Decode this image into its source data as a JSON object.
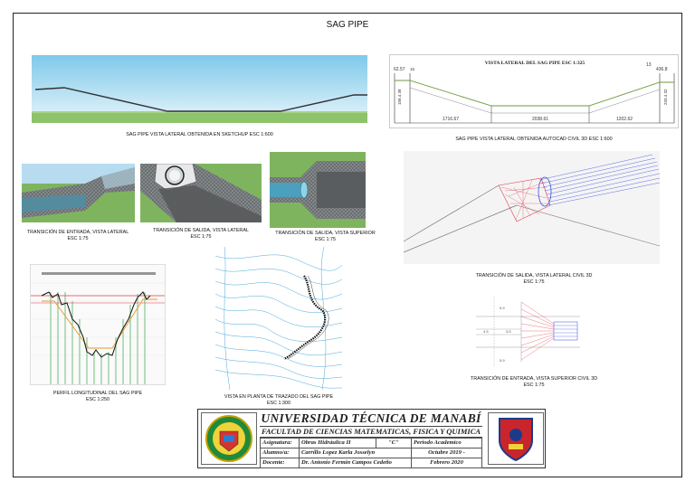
{
  "title": "SAG PIPE",
  "captions": {
    "sketchup_lateral": "Sag pipe vista lateral obtenida en sketchup ESC 1:600",
    "civil_lateral": "Sag pipe vista lateral obtenida Autocad Civil 3D   ESC 1:600",
    "entrada_lateral_1": "Transición de entrada, vista lateral",
    "entrada_lateral_2": "ESC 1:75",
    "salida_lateral_1": "Transición de salida, vista lateral",
    "salida_lateral_2": "ESC 1:75",
    "salida_superior_1": "Transición de salida, vista superior",
    "salida_superior_2": "ESC 1:75",
    "civil_salida_1": "Transición de salida, vista lateral civil 3D",
    "civil_salida_2": "ESC 1:75",
    "perfil_1": "Perfil longitudinal del sag pipe",
    "perfil_2": "ESC 1:250",
    "planta_1": "Vista en planta de trazado del sag pipe",
    "planta_2": "ESC 1:300",
    "civil_entrada_1": "Transición de entrada, vista superior civil 3D",
    "civil_entrada_2": "ESC 1:75"
  },
  "lateral_drawing": {
    "heading": "VISTA LATERAL DEL SAG PIPE ESC 1:325",
    "left_top_label": "62.57",
    "left_top_label_2": "15",
    "right_top_label": "13",
    "right_top_label_2": "436.8",
    "left_vertical": "158.4 38",
    "right_vertical": "233.4 32",
    "dim_1": "1716.67",
    "dim_2": "2038.61",
    "dim_3": "1202.62"
  },
  "civil_entrada": {
    "dim_top": "5.9",
    "dim_bottom": "5.9",
    "dim_mid_1": "4.5",
    "dim_mid_2": "3.5"
  },
  "title_block": {
    "university": "UNIVERSIDAD TÉCNICA DE MANABÍ",
    "faculty": "FACULTAD DE CIENCIAS MATEMATICAS, FISICA Y QUIMICA",
    "row1_label": "Asignatura:",
    "row1_value": "Obras Hidráulica II",
    "row1_group": "\"C\"",
    "row1_right": "Periodo Academico",
    "row2_label": "Alumno/a:",
    "row2_value": "Carrillo Lopez Karla Josselyn",
    "row2_right": "Octubre 2019 -",
    "row3_label": "Docente:",
    "row3_value": "Dr. Antonio Fermin Campos Cedeño",
    "row3_right": "Febrero 2020"
  },
  "colors": {
    "sky": "#8fd1ec",
    "grass": "#8dc36a",
    "blue_pipe": "#3a4de0",
    "red_transition": "#e23a4a",
    "contour": "#4aa8d8"
  }
}
